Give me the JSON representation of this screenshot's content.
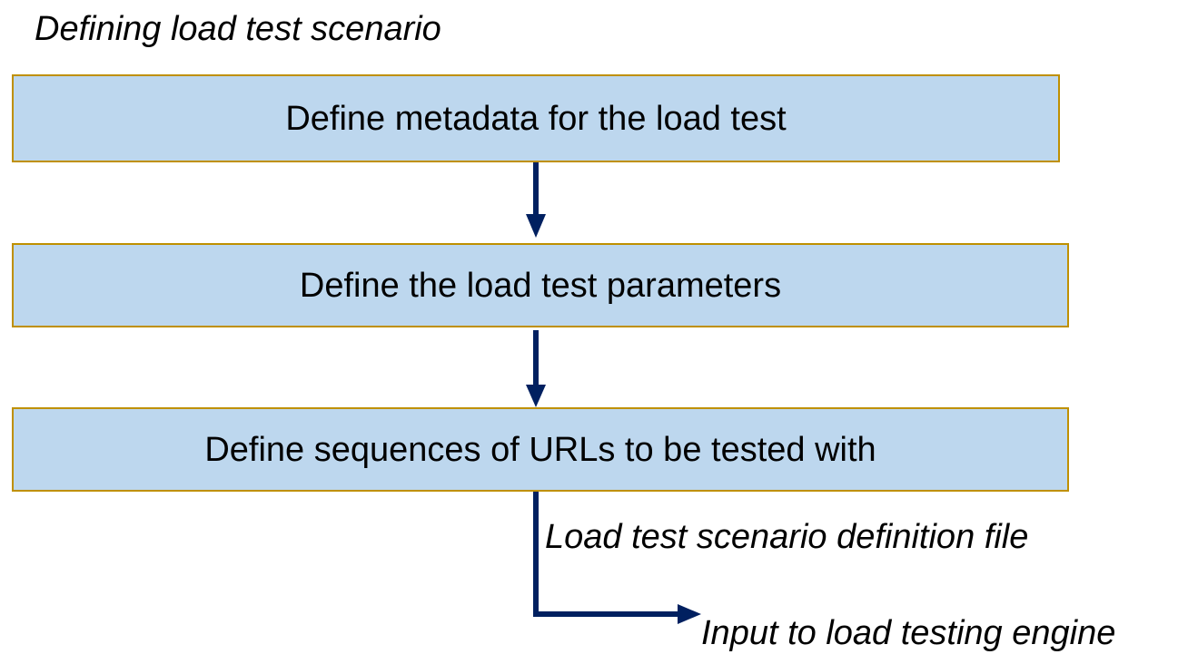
{
  "title": "Defining load test scenario",
  "steps": [
    {
      "label": "Define metadata for the load test"
    },
    {
      "label": "Define the load test parameters"
    },
    {
      "label": "Define sequences of URLs to be tested with"
    }
  ],
  "output_label": "Load test scenario definition file",
  "input_label": "Input to load testing engine",
  "colors": {
    "box_fill": "#bdd7ee",
    "box_border": "#bf9000",
    "arrow": "#002060"
  }
}
